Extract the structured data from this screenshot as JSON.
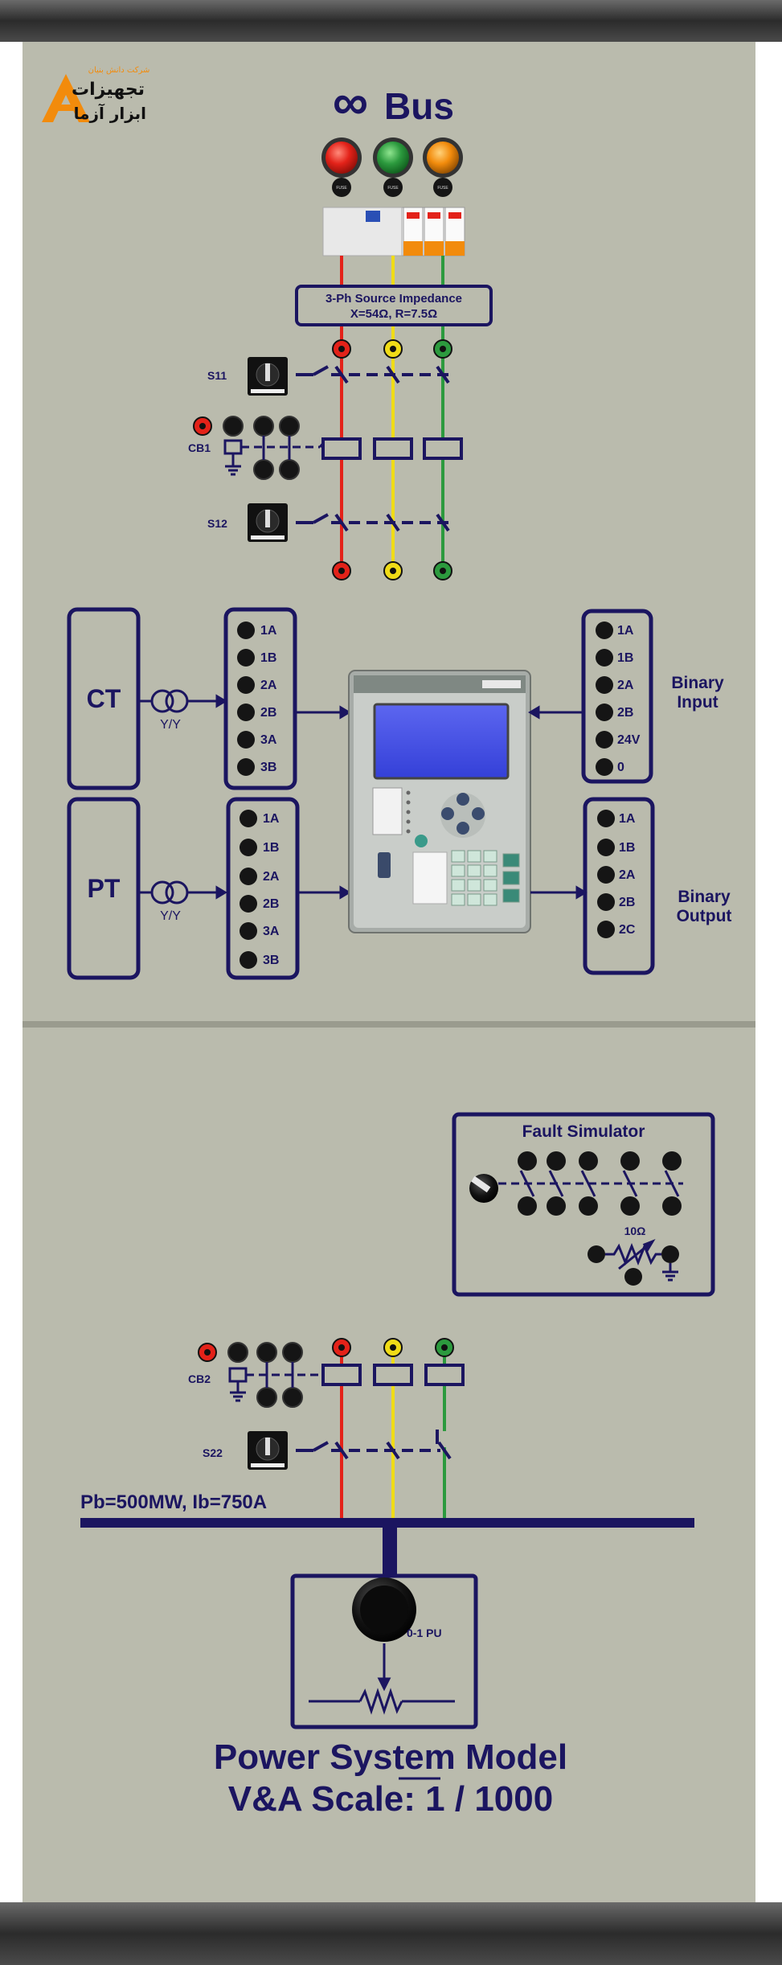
{
  "brand": {
    "tagline": "شرکت دانش بنیان",
    "line1": "تجهیزات",
    "line2": "ابزار آزما",
    "mark": "A"
  },
  "bus": {
    "symbol": "∞",
    "label": "Bus"
  },
  "fuse_label": "FUSE",
  "source_impedance": {
    "title": "3-Ph Source Impedance",
    "values": "X=54Ω, R=7.5Ω"
  },
  "switches": {
    "s11": "S11",
    "s12": "S12",
    "s22": "S22"
  },
  "breakers": {
    "cb1": "CB1",
    "cb2": "CB2"
  },
  "ct": {
    "label": "CT",
    "ratio": "Y/Y",
    "terminals": [
      "1A",
      "1B",
      "2A",
      "2B",
      "3A",
      "3B"
    ]
  },
  "pt": {
    "label": "PT",
    "ratio": "Y/Y",
    "terminals": [
      "1A",
      "1B",
      "2A",
      "2B",
      "3A",
      "3B"
    ]
  },
  "binary_input": {
    "label_line1": "Binary",
    "label_line2": "Input",
    "terminals": [
      "1A",
      "1B",
      "2A",
      "2B",
      "24V",
      "0"
    ]
  },
  "binary_output": {
    "label_line1": "Binary",
    "label_line2": "Output",
    "terminals": [
      "1A",
      "1B",
      "2A",
      "2B",
      "2C"
    ]
  },
  "fault_simulator": {
    "title": "Fault Simulator",
    "resistor": "10Ω"
  },
  "busbar": {
    "rating": "Pb=500MW, Ib=750A"
  },
  "load": {
    "knob_label": "0-1 PU"
  },
  "footer": {
    "title": "Power System Model",
    "scale_prefix": "V&A Scale: ",
    "scale_num": "1",
    "scale_suffix": " / 1000"
  },
  "colors": {
    "navy": "#1b1560",
    "panel": "#babbad",
    "red": "#e32219",
    "yellow": "#f0dc17",
    "green": "#2c9a3e",
    "orange": "#f28b0c"
  }
}
